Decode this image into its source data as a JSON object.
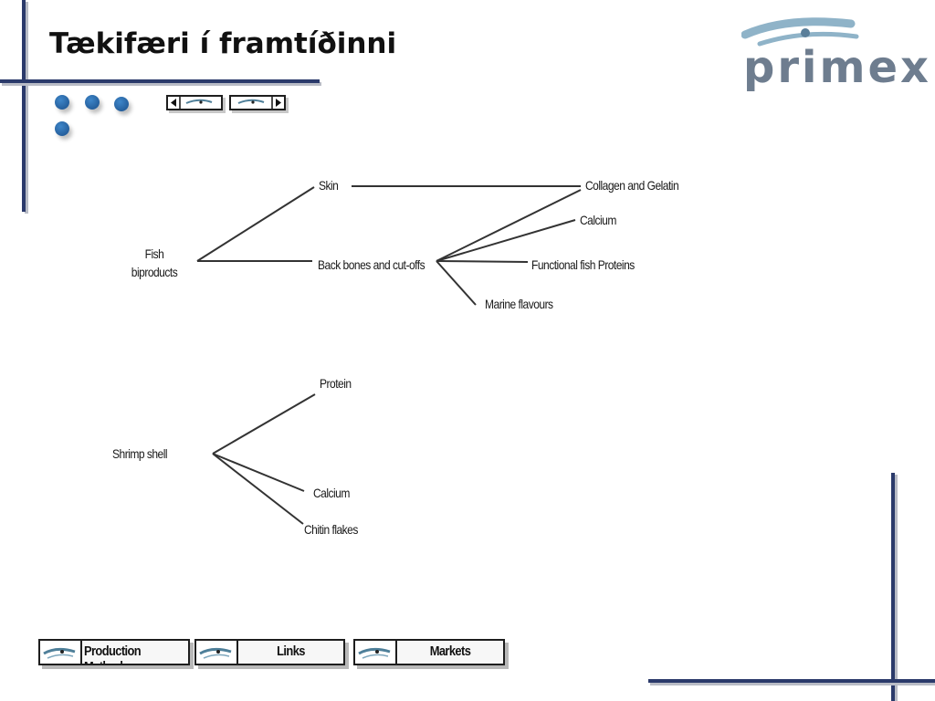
{
  "title": "Tækifæri í framtíðinni",
  "logo": {
    "text": "primex",
    "colors": {
      "text": "#6e7d8f",
      "swoosh": "#8fb3c8"
    }
  },
  "colors": {
    "frame": "#2b3a6b",
    "dots": "#1f5a9a",
    "lines": "#333333"
  },
  "nav": {
    "prev_icon": "arrow-left-icon",
    "next_icon": "arrow-right-icon"
  },
  "diagram": {
    "fish": {
      "root": [
        "Fish",
        "biproducts"
      ],
      "skin": "Skin",
      "backbones": "Back bones and cut-offs",
      "collagen": "Collagen and Gelatin",
      "calcium": "Calcium",
      "proteins": "Functional fish Proteins",
      "flavours": "Marine flavours"
    },
    "shrimp": {
      "root": "Shrimp shell",
      "protein": "Protein",
      "calcium": "Calcium",
      "chitin": "Chitin flakes"
    }
  },
  "buttons": [
    {
      "label": "Production Methods",
      "icon": "wave-eye-icon"
    },
    {
      "label": "Links",
      "icon": "wave-eye-icon"
    },
    {
      "label": "Markets",
      "icon": "wave-eye-icon"
    }
  ]
}
